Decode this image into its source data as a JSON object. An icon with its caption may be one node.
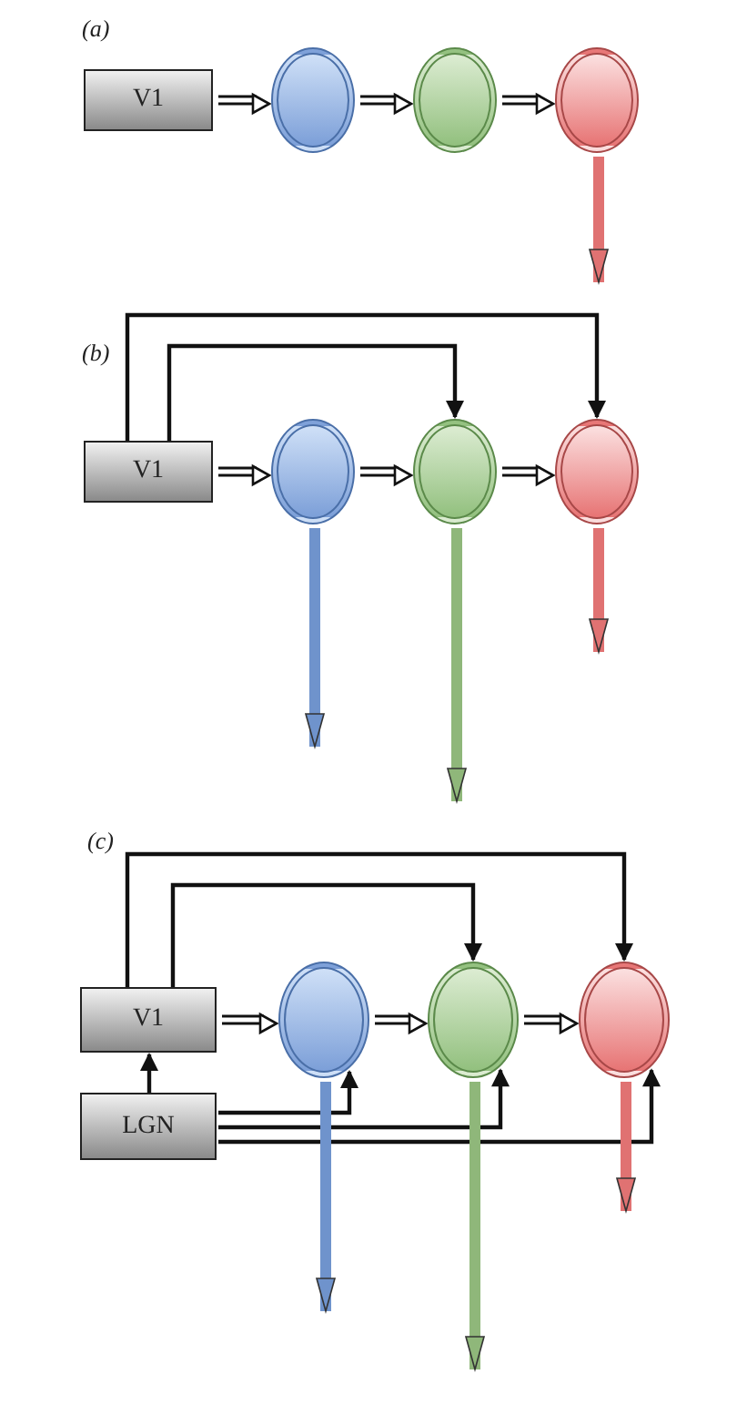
{
  "diagram": {
    "nodes": [
      {
        "text": [
          "V1"
        ]
      },
      {
        "text": [],
        "shape": "circle"
      },
      {
        "text": [],
        "shape": "circle"
      },
      {
        "text": [],
        "shape": "circle"
      },
      {
        "text": [
          "V1"
        ]
      },
      {
        "text": [],
        "shape": "circle"
      },
      {
        "text": [],
        "shape": "circle"
      },
      {
        "text": [],
        "shape": "circle"
      },
      {
        "text": [
          "V1"
        ]
      },
      {
        "text": [
          "LGN"
        ]
      },
      {
        "text": [],
        "shape": "circle"
      },
      {
        "text": [],
        "shape": "circle"
      },
      {
        "text": [],
        "shape": "circle"
      }
    ],
    "edges": [
      {
        "from": 0,
        "to": 1,
        "arrow": "to"
      },
      {
        "from": 1,
        "to": 2,
        "arrow": "to"
      },
      {
        "from": 2,
        "to": 3,
        "arrow": "to"
      },
      {
        "from": 3,
        "to": null,
        "arrow": "to",
        "style": "thick",
        "color": "#e07272"
      },
      {
        "from": 4,
        "to": 5,
        "arrow": "to"
      },
      {
        "from": 5,
        "to": 6,
        "arrow": "to"
      },
      {
        "from": 6,
        "to": 7,
        "arrow": "to"
      },
      {
        "from": 4,
        "to": 6,
        "arrow": "to"
      },
      {
        "from": 4,
        "to": 7,
        "arrow": "to"
      },
      {
        "from": 5,
        "to": null,
        "arrow": "to",
        "style": "thick",
        "color": "#6f93cc"
      },
      {
        "from": 6,
        "to": null,
        "arrow": "to",
        "style": "thick",
        "color": "#8fb77a"
      },
      {
        "from": 7,
        "to": null,
        "arrow": "to",
        "style": "thick",
        "color": "#e07272"
      },
      {
        "from": 8,
        "to": 10,
        "arrow": "to"
      },
      {
        "from": 10,
        "to": 11,
        "arrow": "to"
      },
      {
        "from": 11,
        "to": 12,
        "arrow": "to"
      },
      {
        "from": 8,
        "to": 11,
        "arrow": "to"
      },
      {
        "from": 8,
        "to": 12,
        "arrow": "to"
      },
      {
        "from": 9,
        "to": 8,
        "arrow": "to"
      },
      {
        "from": 9,
        "to": 10,
        "arrow": "to"
      },
      {
        "from": 9,
        "to": 11,
        "arrow": "to"
      },
      {
        "from": 9,
        "to": 12,
        "arrow": "to"
      },
      {
        "from": 10,
        "to": null,
        "arrow": "to",
        "style": "thick",
        "color": "#6f93cc"
      },
      {
        "from": 11,
        "to": null,
        "arrow": "to",
        "style": "thick",
        "color": "#8fb77a"
      },
      {
        "from": 12,
        "to": null,
        "arrow": "to",
        "style": "thick",
        "color": "#e07272"
      }
    ],
    "labels": [
      "(a)",
      "(b)",
      "(c)"
    ]
  }
}
